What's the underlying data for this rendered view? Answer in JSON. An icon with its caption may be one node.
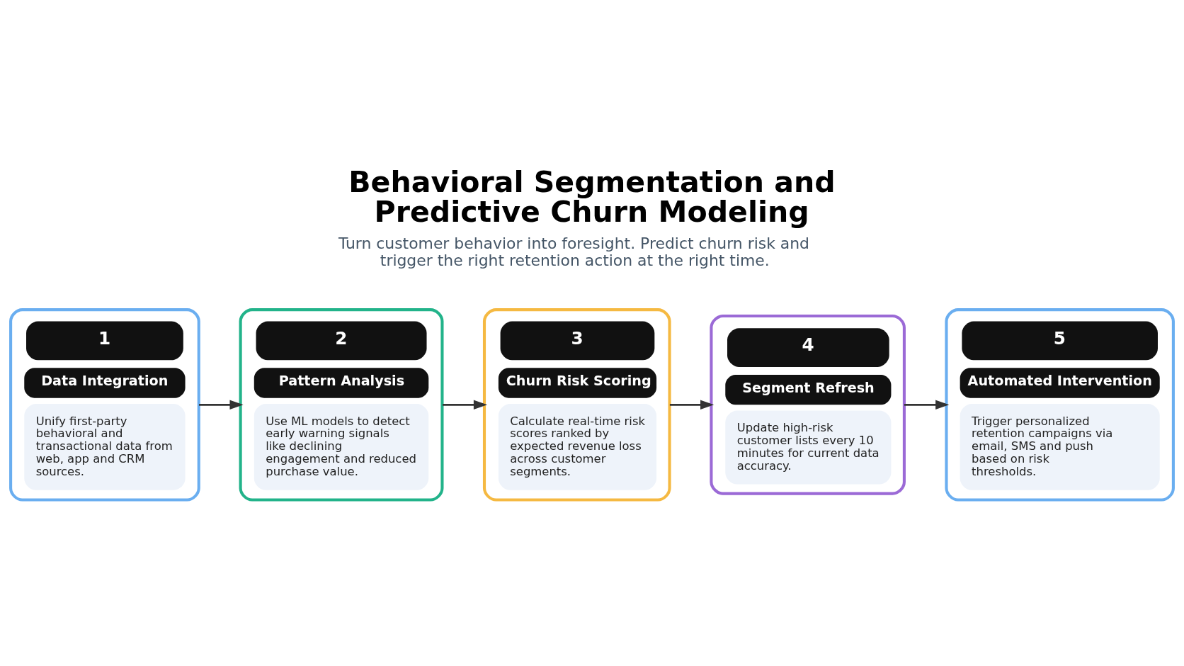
{
  "diagram": {
    "title": "Behavioral Segmentation and Predictive Churn Modeling",
    "nodes": [
      {
        "text": [
          "1",
          "Data Integration",
          "Unify first-party behavioral and transactional data from web, app and CRM sources."
        ]
      },
      {
        "text": [
          "2",
          "Pattern Analysis",
          "Use ML models to detect early warning signals like declining engagement and reduced purchase value."
        ]
      },
      {
        "text": [
          "3",
          "Churn Risk Scoring",
          "Calculate real-time risk scores ranked by expected revenue loss across customer segments."
        ]
      },
      {
        "text": [
          "4",
          "Segment Refresh",
          "Update high-risk customer lists every 10 minutes for current data accuracy."
        ]
      },
      {
        "text": [
          "5",
          "Automated Intervention",
          "Trigger personalized retention campaigns via email, SMS and push based on risk thresholds."
        ]
      }
    ],
    "edges": [
      {
        "from": 0,
        "to": 1,
        "arrow": "to"
      },
      {
        "from": 1,
        "to": 2,
        "arrow": "to"
      },
      {
        "from": 2,
        "to": 3,
        "arrow": "to"
      },
      {
        "from": 3,
        "to": 4,
        "arrow": "to"
      }
    ],
    "labels": [
      "Turn customer behavior into foresight. Predict churn risk and trigger the right retention action at the right time."
    ]
  }
}
